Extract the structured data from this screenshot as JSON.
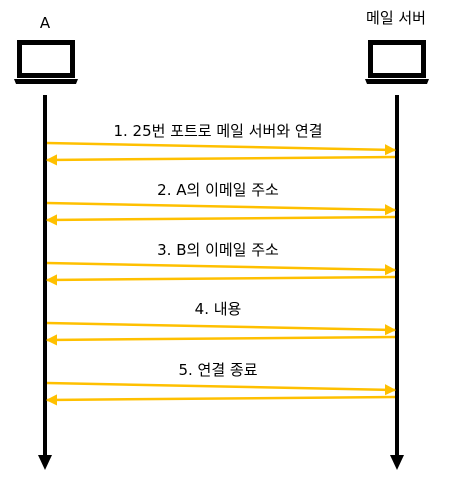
{
  "participants": {
    "left": {
      "label": "A",
      "icon": "computer-monitor-icon"
    },
    "right": {
      "label": "메일 서버",
      "icon": "computer-monitor-icon"
    }
  },
  "colors": {
    "arrow": "#FFC000",
    "lifeline": "#000000",
    "text": "#000000"
  },
  "steps": [
    {
      "label": "1. 25번 포트로 메일 서버와 연결"
    },
    {
      "label": "2. A의 이메일 주소"
    },
    {
      "label": "3. B의 이메일 주소"
    },
    {
      "label": "4. 내용"
    },
    {
      "label": "5. 연결 종료"
    }
  ]
}
